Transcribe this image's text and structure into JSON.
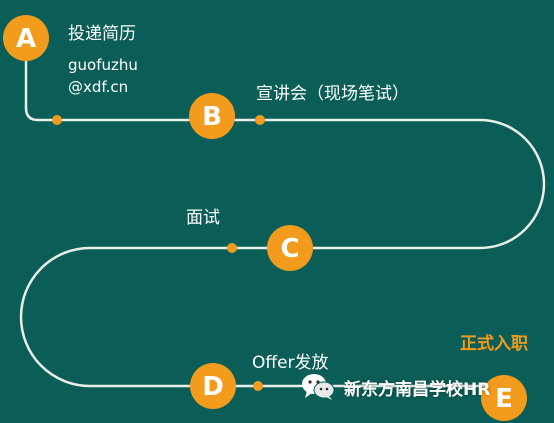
{
  "colors": {
    "background": "#0b5e57",
    "path": "#e8efe9",
    "node": "#f29b1c",
    "node_text": "#ffffff",
    "final_text": "#f29b1c"
  },
  "steps": [
    {
      "letter": "A",
      "label": "投递简历",
      "contact": [
        "guofuzhu",
        "@xdf.cn"
      ]
    },
    {
      "letter": "B",
      "label": "宣讲会（现场笔试）"
    },
    {
      "letter": "C",
      "label": "面试"
    },
    {
      "letter": "D",
      "label": "Offer发放"
    },
    {
      "letter": "E",
      "label": "正式入职"
    }
  ],
  "watermark": {
    "icon": "wechat-icon",
    "text": "新东方南昌学校HR"
  }
}
